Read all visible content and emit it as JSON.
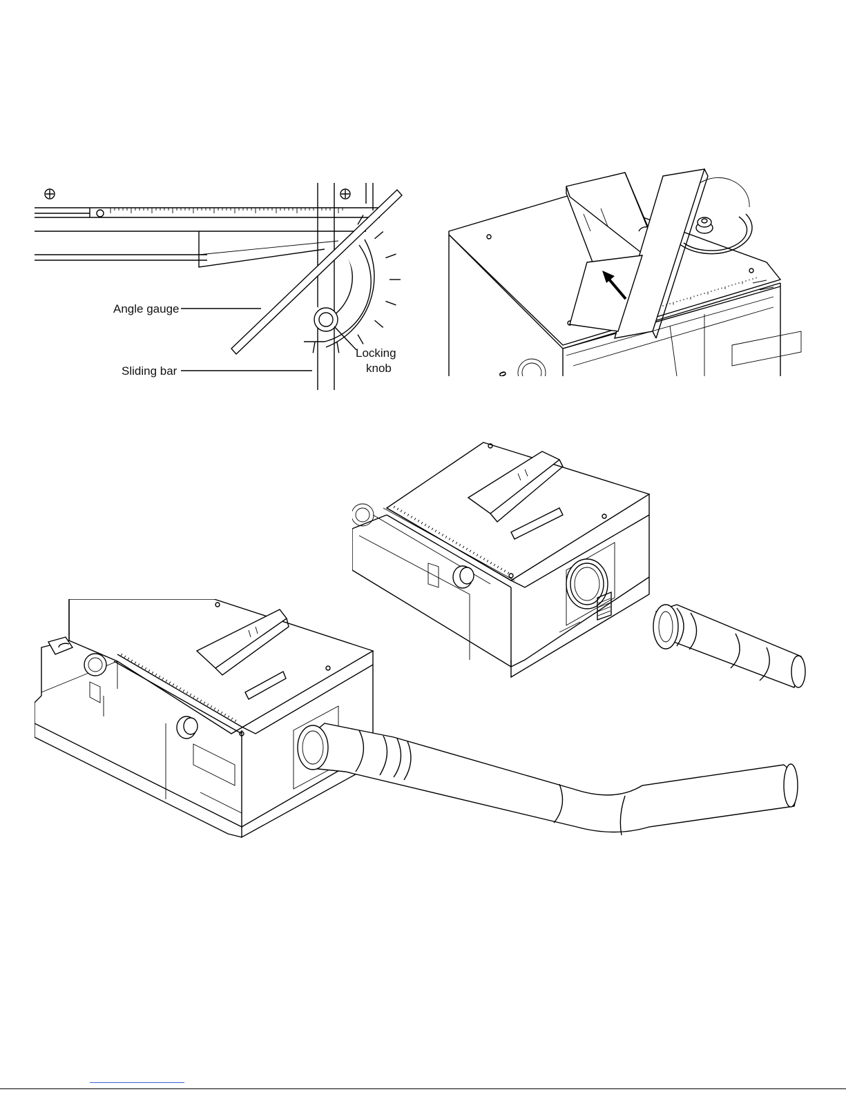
{
  "figure1": {
    "labels": {
      "angle_gauge": "Angle gauge",
      "sliding_bar": "Sliding bar",
      "locking_knob_line1": "Locking",
      "locking_knob_line2": "knob"
    }
  },
  "figure2": {
    "arrow": "up-left-arrow-icon"
  },
  "figure3": {},
  "figure4": {}
}
